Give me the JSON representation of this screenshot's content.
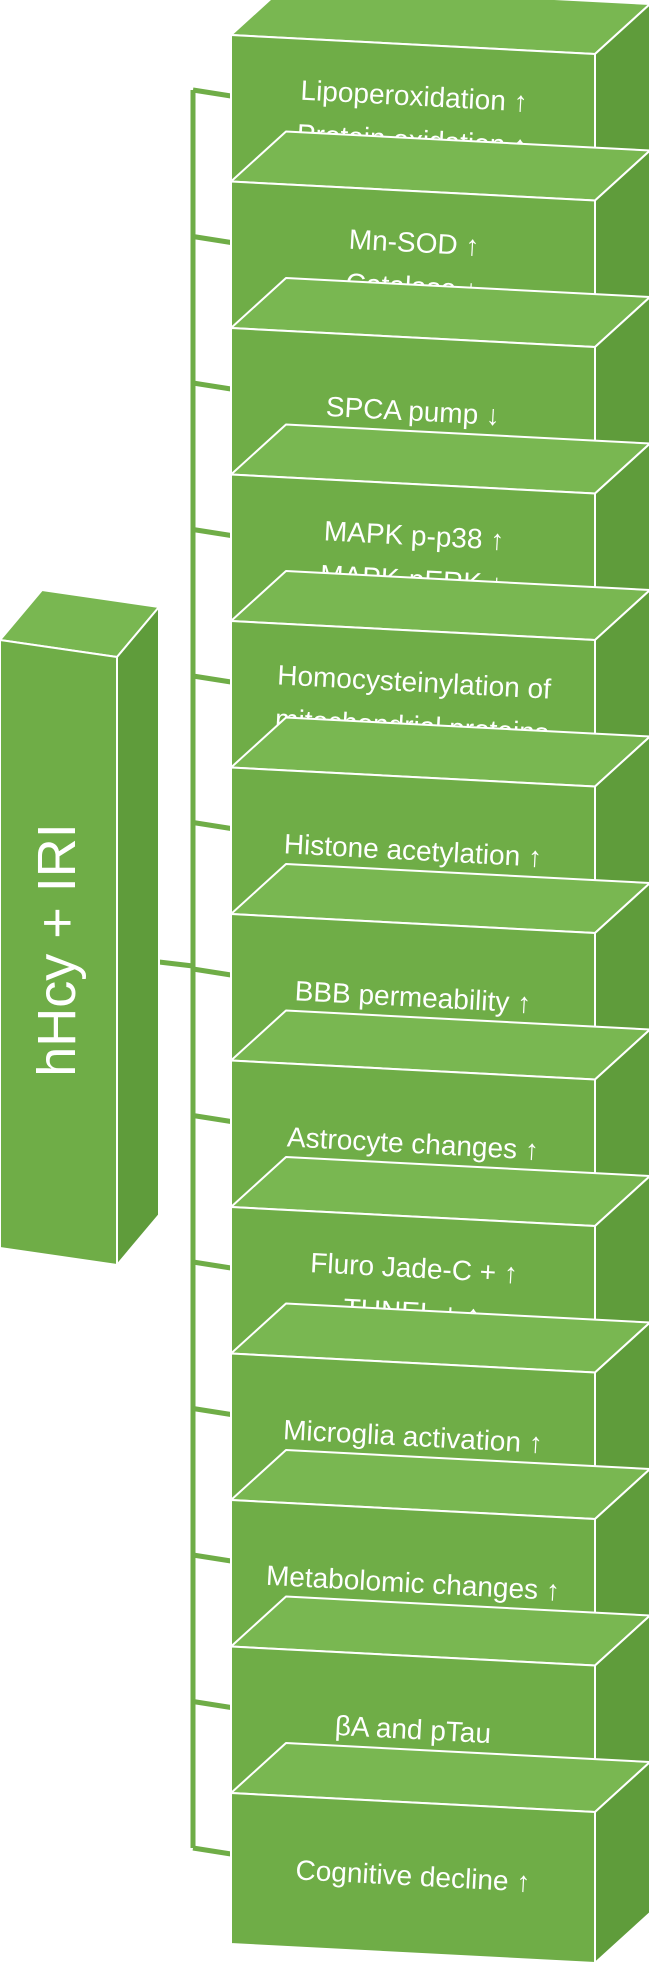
{
  "colors": {
    "front": "#6fad47",
    "top": "#79b751",
    "side": "#5f9c3b",
    "edge": "#ffffff",
    "connector": "#6fad47",
    "text": "#ffffff"
  },
  "source": {
    "label": "hHcy + IRI"
  },
  "effects": [
    {
      "lines": [
        "Lipoperoxidation ↑",
        "Protein oxidation ↑"
      ]
    },
    {
      "lines": [
        "Mn-SOD ↑",
        "Catalase ↓"
      ]
    },
    {
      "lines": [
        "SPCA pump ↓"
      ]
    },
    {
      "lines": [
        "MAPK p-p38 ↑",
        "MAPK-pERK ↓"
      ]
    },
    {
      "lines": [
        "Homocysteinylation of",
        "mitochondrial proteins"
      ]
    },
    {
      "lines": [
        "Histone acetylation ↑"
      ]
    },
    {
      "lines": [
        "BBB permeability ↑"
      ]
    },
    {
      "lines": [
        "Astrocyte changes ↑"
      ]
    },
    {
      "lines": [
        "Fluro Jade-C + ↑",
        "TUNEL + ↑"
      ]
    },
    {
      "lines": [
        "Microglia activation ↑"
      ]
    },
    {
      "lines": [
        "Metabolomic changes ↑"
      ]
    },
    {
      "lines": [
        "βA and pTau"
      ]
    },
    {
      "lines": [
        "Cognitive decline ↑"
      ]
    }
  ]
}
